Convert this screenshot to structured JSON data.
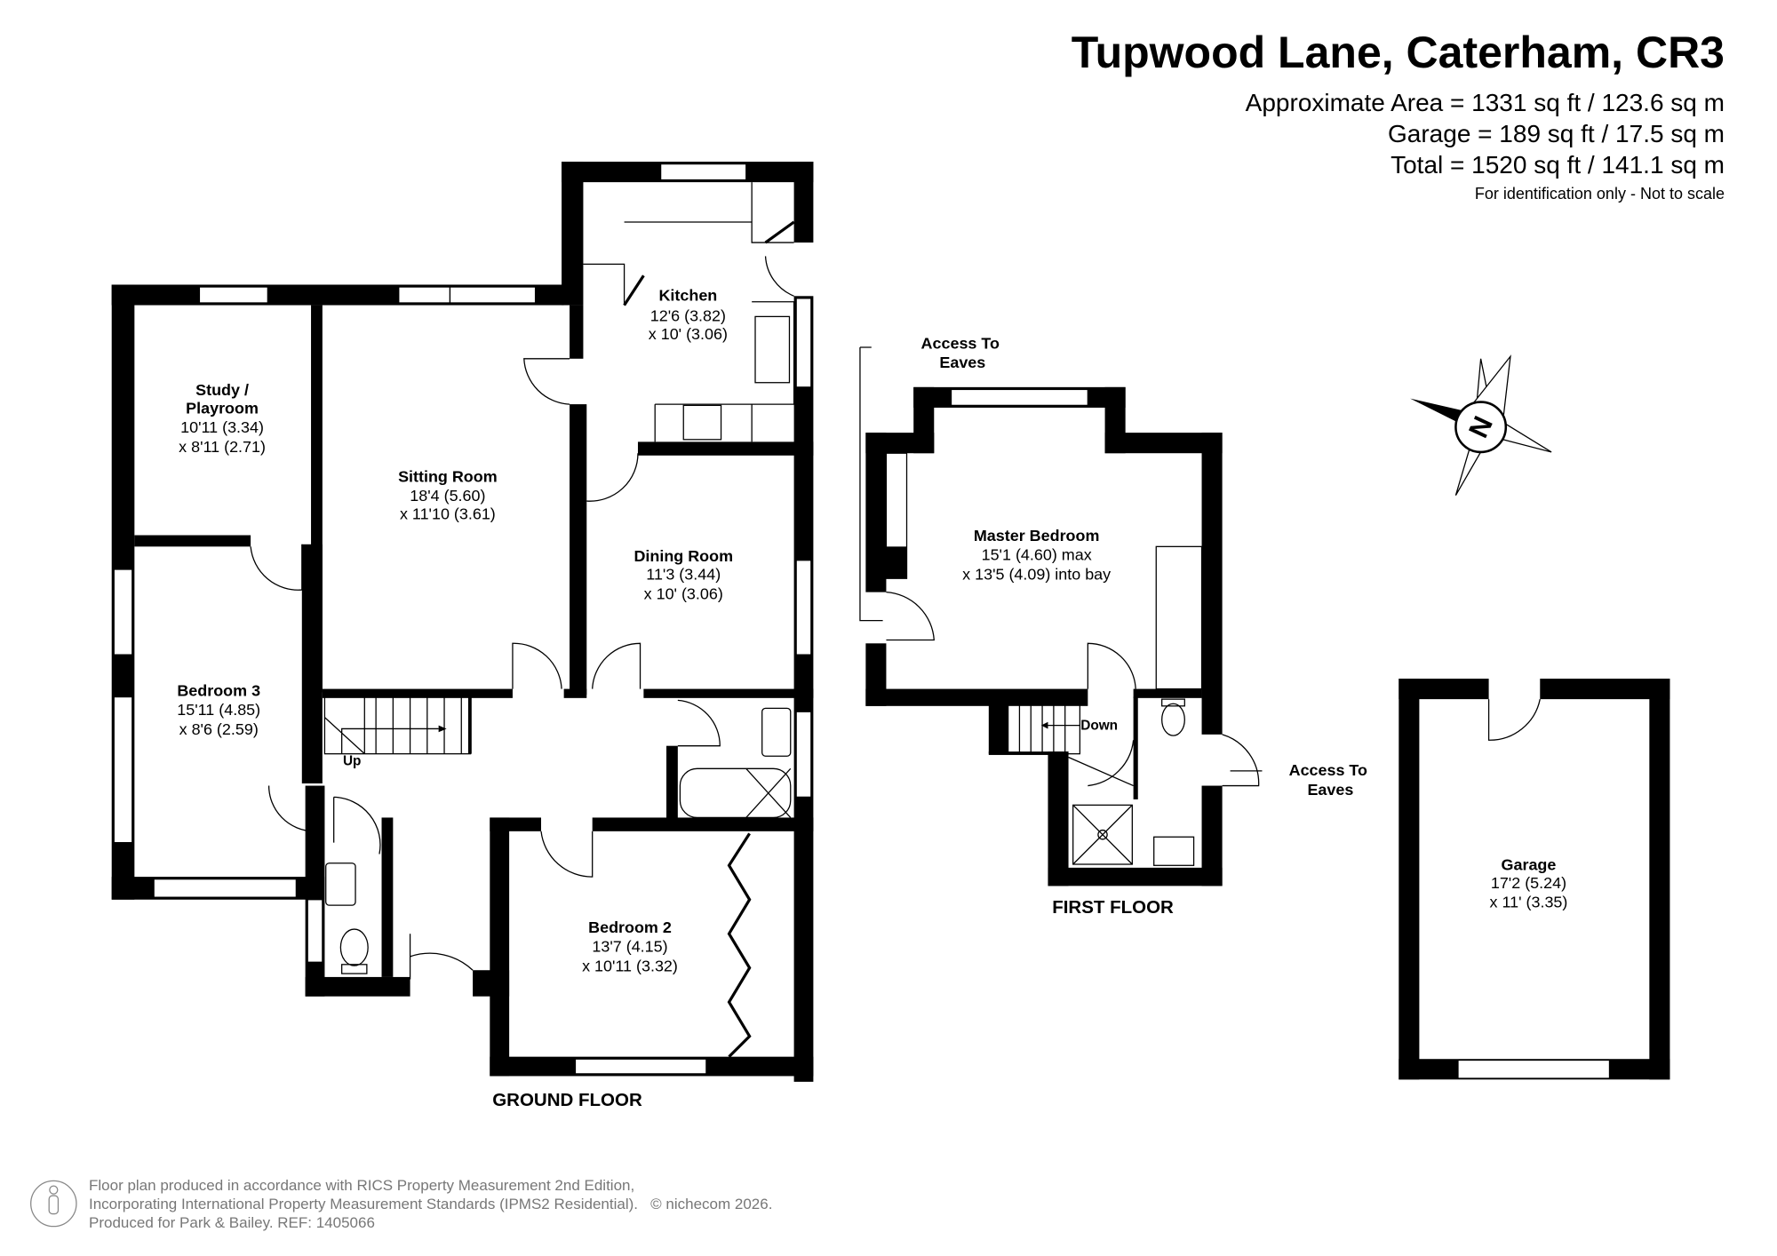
{
  "header": {
    "title": "Tupwood Lane, Caterham, CR3",
    "approx_area": "Approximate Area = 1331 sq ft / 123.6 sq m",
    "garage_area": "Garage = 189 sq ft / 17.5 sq m",
    "total_area": "Total = 1520 sq ft / 141.1 sq m",
    "note": "For identification only - Not to scale"
  },
  "ground_floor": {
    "label": "GROUND FLOOR",
    "rooms": [
      {
        "name": "Kitchen",
        "dim1": "12'6 (3.82)",
        "dim2": "x 10' (3.06)"
      },
      {
        "name_l1": "Study /",
        "name_l2": "Playroom",
        "dim1": "10'11 (3.34)",
        "dim2": "x 8'11 (2.71)"
      },
      {
        "name": "Sitting Room",
        "dim1": "18'4 (5.60)",
        "dim2": "x 11'10 (3.61)"
      },
      {
        "name": "Dining Room",
        "dim1": "11'3 (3.44)",
        "dim2": "x 10' (3.06)"
      },
      {
        "name": "Bedroom 3",
        "dim1": "15'11 (4.85)",
        "dim2": "x 8'6 (2.59)"
      },
      {
        "name": "Bedroom 2",
        "dim1": "13'7 (4.15)",
        "dim2": "x 10'11 (3.32)"
      }
    ],
    "stairs_label": "Up"
  },
  "first_floor": {
    "label": "FIRST FLOOR",
    "rooms": [
      {
        "name": "Master Bedroom",
        "dim1": "15'1 (4.60) max",
        "dim2": "x 13'5 (4.09) into bay"
      }
    ],
    "eaves_1": {
      "l1": "Access To",
      "l2": "Eaves"
    },
    "eaves_2": {
      "l1": "Access To",
      "l2": "Eaves"
    },
    "stairs_label": "Down"
  },
  "garage": {
    "name": "Garage",
    "dim1": "17'2 (5.24)",
    "dim2": "x 11' (3.35)"
  },
  "compass": {
    "label": "N"
  },
  "footer": {
    "line1": "Floor plan produced in accordance with RICS Property Measurement 2nd Edition,",
    "line2": "Incorporating International Property Measurement Standards (IPMS2 Residential).",
    "copyright": "© nichecom 2026.",
    "line3": "Produced for Park & Bailey.   REF: 1405066"
  }
}
